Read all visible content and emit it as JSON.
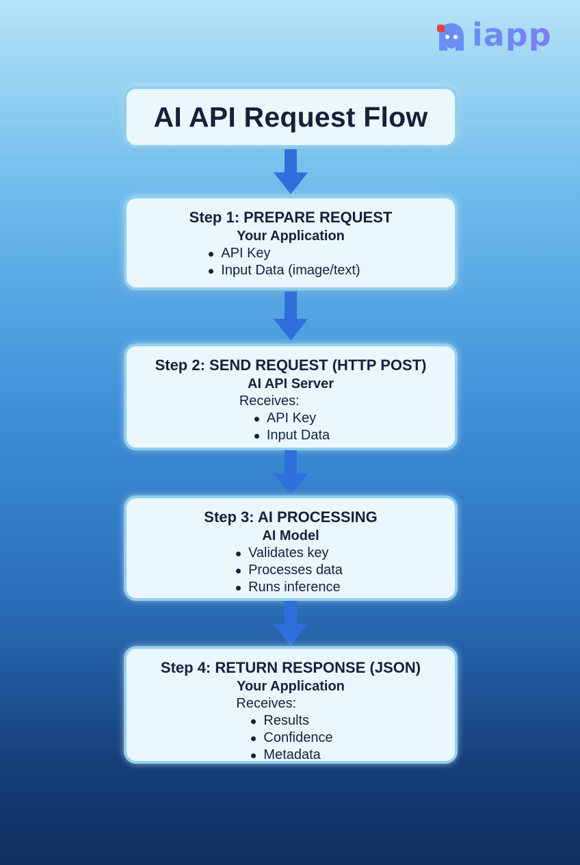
{
  "logo": {
    "text": "iapp",
    "colors": {
      "primary": "#6a8ff4",
      "accent": "#e8423b"
    }
  },
  "diagram": {
    "title": "AI API Request Flow",
    "steps": [
      {
        "title": "Step 1: PREPARE REQUEST",
        "subtitle": "Your Application",
        "intro": "",
        "items": [
          "API Key",
          "Input Data (image/text)"
        ]
      },
      {
        "title": "Step 2: SEND REQUEST (HTTP POST)",
        "subtitle": "AI API Server",
        "intro": "Receives:",
        "items": [
          "API Key",
          "Input Data"
        ]
      },
      {
        "title": "Step 3: AI PROCESSING",
        "subtitle": "AI Model",
        "intro": "",
        "items": [
          "Validates key",
          "Processes data",
          "Runs inference"
        ]
      },
      {
        "title": "Step 4: RETURN RESPONSE (JSON)",
        "subtitle": "Your Application",
        "intro": "Receives:",
        "items": [
          "Results",
          "Confidence",
          "Metadata"
        ]
      }
    ]
  },
  "colors": {
    "box_fill": "#eaf7fd",
    "box_border": "#8ed0f2",
    "arrow": "#2f6fdc",
    "text": "#14213a"
  }
}
